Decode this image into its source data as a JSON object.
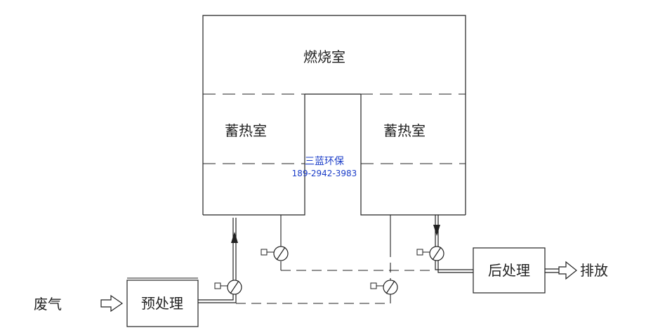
{
  "labels": {
    "combustion_chamber": "燃烧室",
    "regen_chamber_left": "蓄热室",
    "regen_chamber_right": "蓄热室",
    "pretreatment": "预处理",
    "posttreatment": "后处理",
    "waste_gas": "废气",
    "exhaust": "排放"
  },
  "watermark": {
    "company": "三蓝环保",
    "phone": "189-2942-3983"
  },
  "colors": {
    "line": "#222222",
    "watermark": "#1a3cc8"
  },
  "icons": {
    "valve": "butterfly-valve-icon",
    "arrow": "hollow-arrow-icon"
  }
}
